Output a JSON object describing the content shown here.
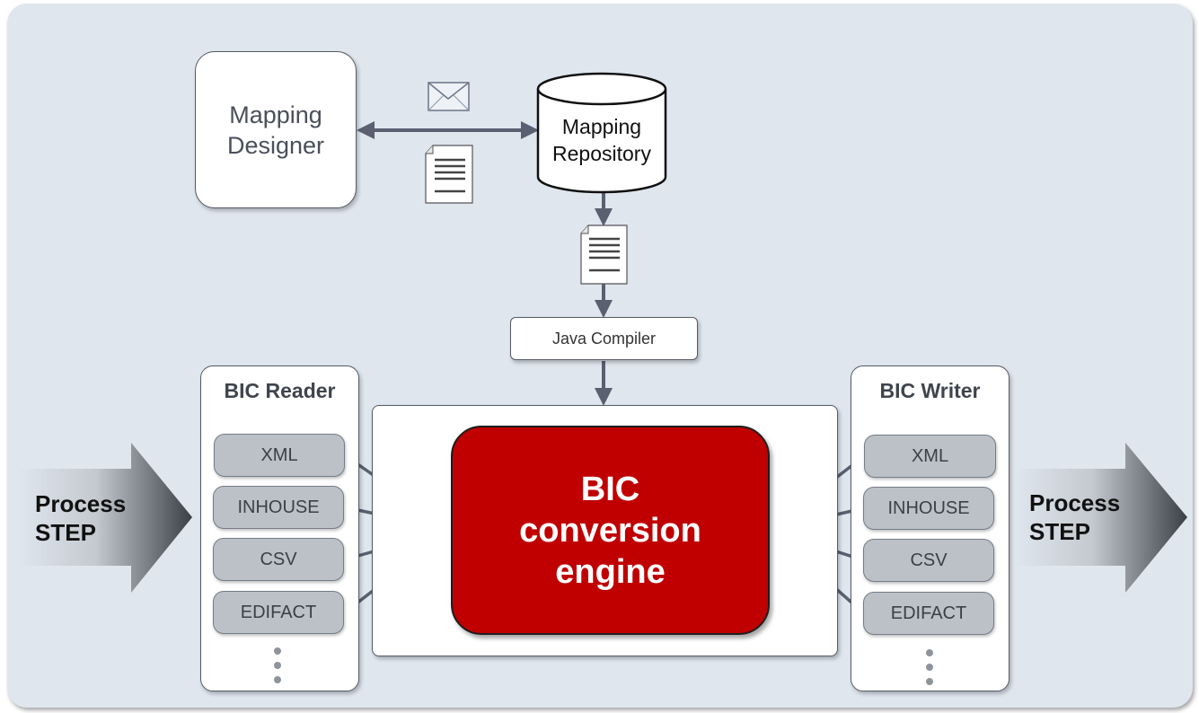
{
  "designer": {
    "line1": "Mapping",
    "line2": "Designer"
  },
  "repository": {
    "line1": "Mapping",
    "line2": "Repository"
  },
  "compiler": {
    "label": "Java Compiler"
  },
  "reader": {
    "title": "BIC Reader",
    "formats": [
      "XML",
      "INHOUSE",
      "CSV",
      "EDIFACT"
    ]
  },
  "writer": {
    "title": "BIC Writer",
    "formats": [
      "XML",
      "INHOUSE",
      "CSV",
      "EDIFACT"
    ]
  },
  "engine": {
    "line1": "BIC",
    "line2": "conversion",
    "line3": "engine"
  },
  "process_left": {
    "line1": "Process",
    "line2": "STEP"
  },
  "process_right": {
    "line1": "Process",
    "line2": "STEP"
  },
  "icons": [
    "envelope-icon",
    "document-icon",
    "document-icon"
  ],
  "colors": {
    "engine": "#c00000",
    "background": "#dfe6ee",
    "connector": "#5a6070"
  }
}
